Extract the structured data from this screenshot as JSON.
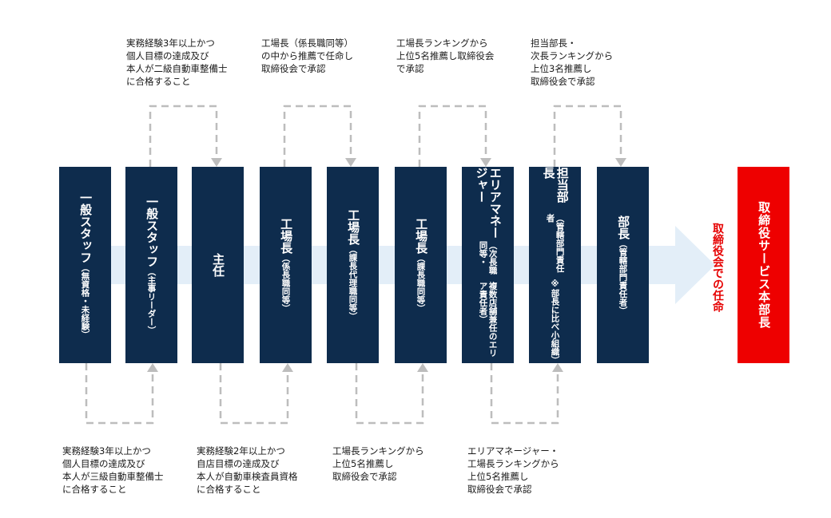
{
  "stages": [
    {
      "label": "一般スタッフ",
      "sub": [
        "（無資格・未経験）"
      ]
    },
    {
      "label": "一般スタッフ",
      "sub": [
        "（主事リーダー）"
      ]
    },
    {
      "label": "主任",
      "sub": []
    },
    {
      "label": "工場長",
      "sub": [
        "（係長職同等）"
      ]
    },
    {
      "label": "工場長",
      "sub": [
        "（課長代理職同等）"
      ]
    },
    {
      "label": "工場長",
      "sub": [
        "（課長職同等）"
      ]
    },
    {
      "label": "エリアマネージャー",
      "sub": [
        "（次長職同等・",
        "複数店舗兼任のエリア責任者）"
      ]
    },
    {
      "label": "担当部長",
      "sub": [
        "（管轄部門責任者",
        "※部長に比べ小組織）"
      ]
    },
    {
      "label": "部長",
      "sub": [
        "（管轄部門責任者）"
      ]
    }
  ],
  "final_stage": {
    "label": "取締役サービス本部長"
  },
  "final_appointment_note": "取締役会での任命",
  "top_conditions": [
    [
      "実務経験3年以上かつ",
      "個人目標の達成及び",
      "本人が二級自動車整備士",
      "に合格すること"
    ],
    [
      "工場長（係長職同等）",
      "の中から推薦で任命し",
      "取締役会で承認"
    ],
    [
      "工場長ランキングから",
      "上位5名推薦し取締役会",
      "で承認"
    ],
    [
      "担当部長・",
      "次長ランキングから",
      "上位3名推薦し",
      "取締役会で承認"
    ]
  ],
  "bottom_conditions": [
    [
      "実務経験3年以上かつ",
      "個人目標の達成及び",
      "本人が三級自動車整備士",
      "に合格すること"
    ],
    [
      "実務経験2年以上かつ",
      "自店目標の達成及び",
      "本人が自動車検査員資格",
      "に合格すること"
    ],
    [
      "工場長ランキングから",
      "上位5名推薦し",
      "取締役会で承認"
    ],
    [
      "エリアマネージャー・",
      "工場長ランキングから",
      "上位5名推薦し",
      "取締役会で承認"
    ]
  ],
  "colors": {
    "stage_box": "#0e2c4d",
    "final_box": "#ee0000",
    "appointment_text": "#e60000",
    "connector": "#bdbdbd",
    "arrow": "#e3eef8"
  }
}
